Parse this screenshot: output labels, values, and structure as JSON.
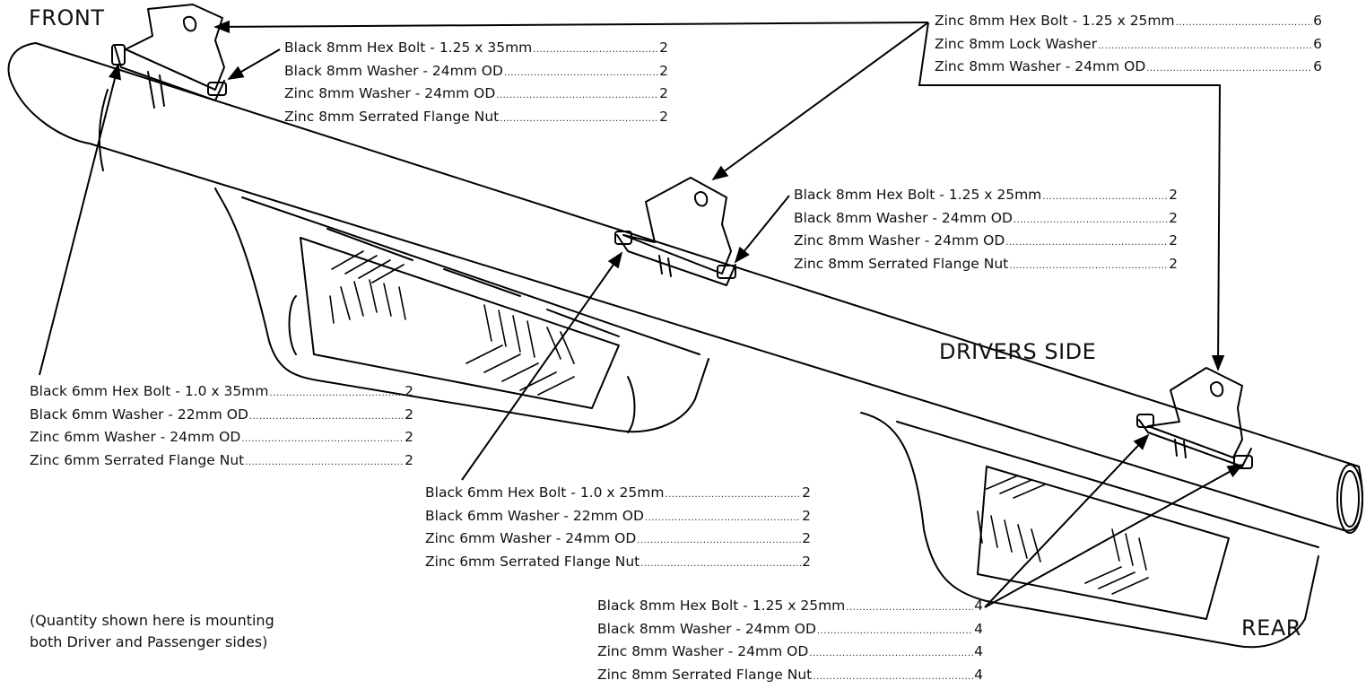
{
  "labels": {
    "front": "FRONT",
    "drivers_side": "DRIVERS SIDE",
    "rear": "REAR"
  },
  "note": {
    "line1": "(Quantity shown here is mounting",
    "line2": "both Driver and Passenger sides)"
  },
  "parts_lists": {
    "front_bracket": [
      {
        "name": "Black 8mm Hex Bolt - 1.25 x 35mm",
        "qty": "2"
      },
      {
        "name": "Black 8mm Washer - 24mm OD",
        "qty": "2"
      },
      {
        "name": "Zinc 8mm Washer - 24mm OD",
        "qty": "2"
      },
      {
        "name": "Zinc 8mm Serrated Flange Nut",
        "qty": "2"
      }
    ],
    "vehicle_mount": [
      {
        "name": "Zinc 8mm Hex Bolt - 1.25 x 25mm",
        "qty": "6"
      },
      {
        "name": "Zinc 8mm Lock Washer",
        "qty": "6"
      },
      {
        "name": "Zinc 8mm Washer - 24mm OD",
        "qty": "6"
      }
    ],
    "middle_bracket": [
      {
        "name": "Black 8mm Hex Bolt - 1.25 x 25mm",
        "qty": "2"
      },
      {
        "name": "Black 8mm Washer - 24mm OD",
        "qty": "2"
      },
      {
        "name": "Zinc 8mm Washer - 24mm OD",
        "qty": "2"
      },
      {
        "name": "Zinc 8mm Serrated Flange Nut",
        "qty": "2"
      }
    ],
    "front_step_6mm": [
      {
        "name": "Black 6mm Hex Bolt - 1.0 x 35mm",
        "qty": "2"
      },
      {
        "name": "Black 6mm Washer - 22mm OD",
        "qty": "2"
      },
      {
        "name": "Zinc 6mm Washer - 24mm OD",
        "qty": "2"
      },
      {
        "name": "Zinc 6mm Serrated Flange Nut",
        "qty": "2"
      }
    ],
    "middle_step_6mm": [
      {
        "name": "Black 6mm Hex Bolt - 1.0 x 25mm",
        "qty": "2"
      },
      {
        "name": "Black 6mm Washer - 22mm OD",
        "qty": "2"
      },
      {
        "name": "Zinc 6mm Washer - 24mm OD",
        "qty": "2"
      },
      {
        "name": "Zinc 6mm Serrated Flange Nut",
        "qty": "2"
      }
    ],
    "rear_bracket": [
      {
        "name": "Black 8mm Hex Bolt - 1.25 x 25mm",
        "qty": "4"
      },
      {
        "name": "Black 8mm Washer - 24mm OD",
        "qty": "4"
      },
      {
        "name": "Zinc 8mm Washer - 24mm OD",
        "qty": "4"
      },
      {
        "name": "Zinc 8mm Serrated Flange Nut",
        "qty": "4"
      }
    ]
  }
}
